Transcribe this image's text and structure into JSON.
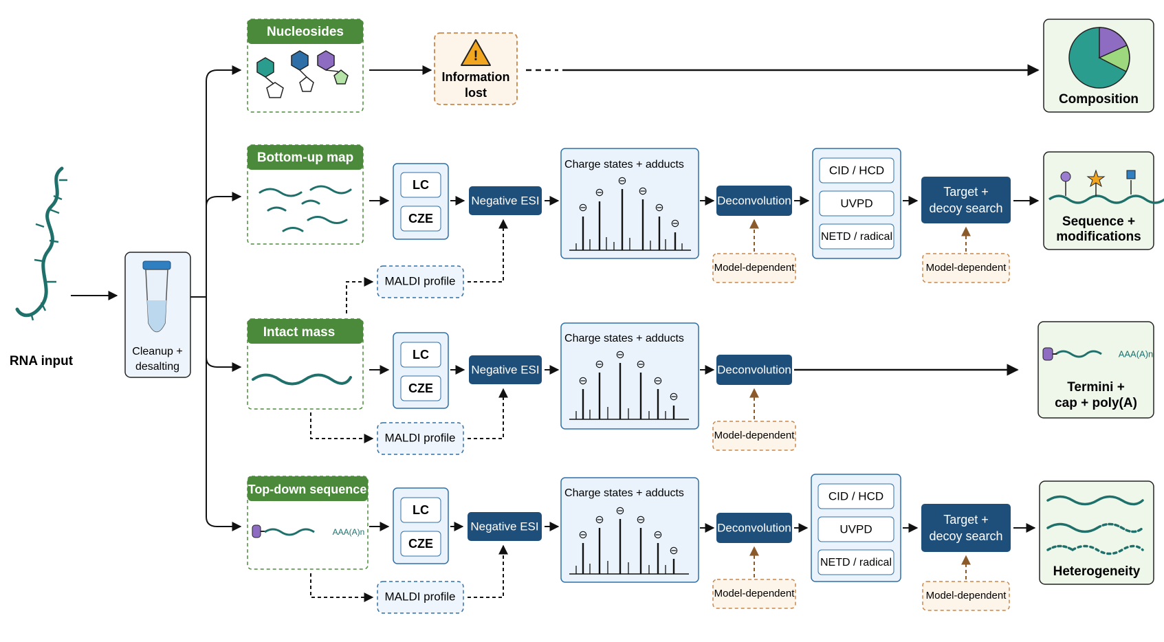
{
  "input": {
    "label": "RNA input"
  },
  "cleanup": {
    "line1": "Cleanup +",
    "line2": "desalting"
  },
  "lanes": {
    "nucleosides": {
      "title": "Nucleosides"
    },
    "bottom_up": {
      "title": "Bottom-up map"
    },
    "intact": {
      "title": "Intact mass"
    },
    "top_down": {
      "title": "Top-down sequence",
      "tail": "AAA(A)n"
    }
  },
  "info_lost": {
    "line1": "Information",
    "line2": "lost"
  },
  "separation": {
    "lc": "LC",
    "cze": "CZE"
  },
  "ionization": {
    "esi": "Negative ESI",
    "maldi": "MALDI profile"
  },
  "spectrum": {
    "title": "Charge states + adducts",
    "charge_symbol": "⊖"
  },
  "deconvolution": {
    "label": "Deconvolution",
    "note": "Model-dependent"
  },
  "fragmentation": {
    "cid": "CID / HCD",
    "uvpd": "UVPD",
    "netd": "NETD / radical"
  },
  "search": {
    "line1": "Target +",
    "line2": "decoy search",
    "note": "Model-dependent"
  },
  "outputs": {
    "composition": "Composition",
    "sequence": {
      "line1": "Sequence +",
      "line2": "modifications"
    },
    "termini": {
      "line1": "Termini +",
      "line2": "cap + poly(A)",
      "tail": "AAA(A)n"
    },
    "heterogeneity": "Heterogeneity"
  },
  "colors": {
    "green_header": "#4a8a3a",
    "teal_strand": "#1f6f6a",
    "navy_box": "#1e4f7a",
    "light_blue_box": "#eaf3fb",
    "orange_dashed": "#c9864a",
    "output_bg": "#eef7ea"
  }
}
